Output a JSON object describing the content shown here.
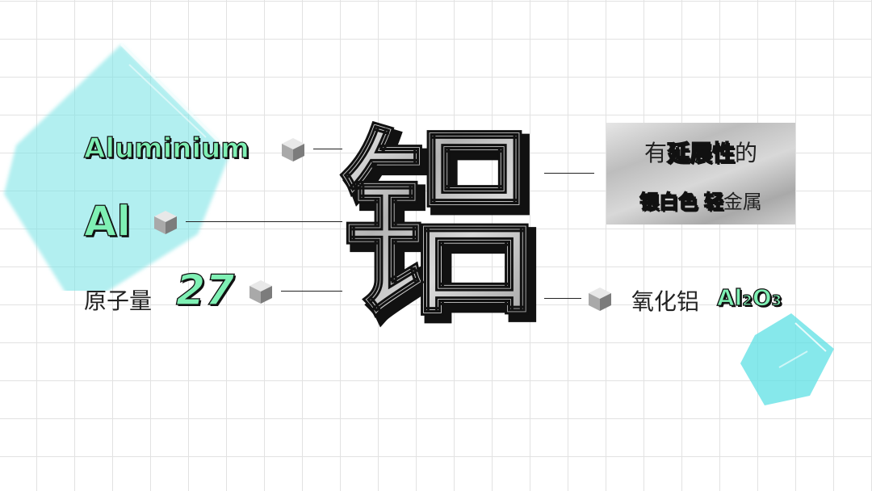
{
  "left": {
    "name_en": "Aluminium",
    "symbol": "Al",
    "atomic_mass_label": "原子量",
    "atomic_mass_value": "27"
  },
  "center": {
    "char": "铝"
  },
  "right": {
    "prop_prefix": "有",
    "prop_highlight": "延展性",
    "prop_suffix": "的",
    "desc_highlight1": "银白色",
    "desc_highlight2": "轻",
    "desc_suffix": "金属",
    "oxide_label": "氧化铝",
    "oxide_formula_al": "Al",
    "oxide_formula_sub1": "2",
    "oxide_formula_o": "O",
    "oxide_formula_sub2": "3"
  },
  "colors": {
    "accent_green": "#7ff0b4",
    "accent_cyan": "#7ee4e6",
    "ink": "#111111"
  },
  "icons": [
    "cube-icon"
  ]
}
